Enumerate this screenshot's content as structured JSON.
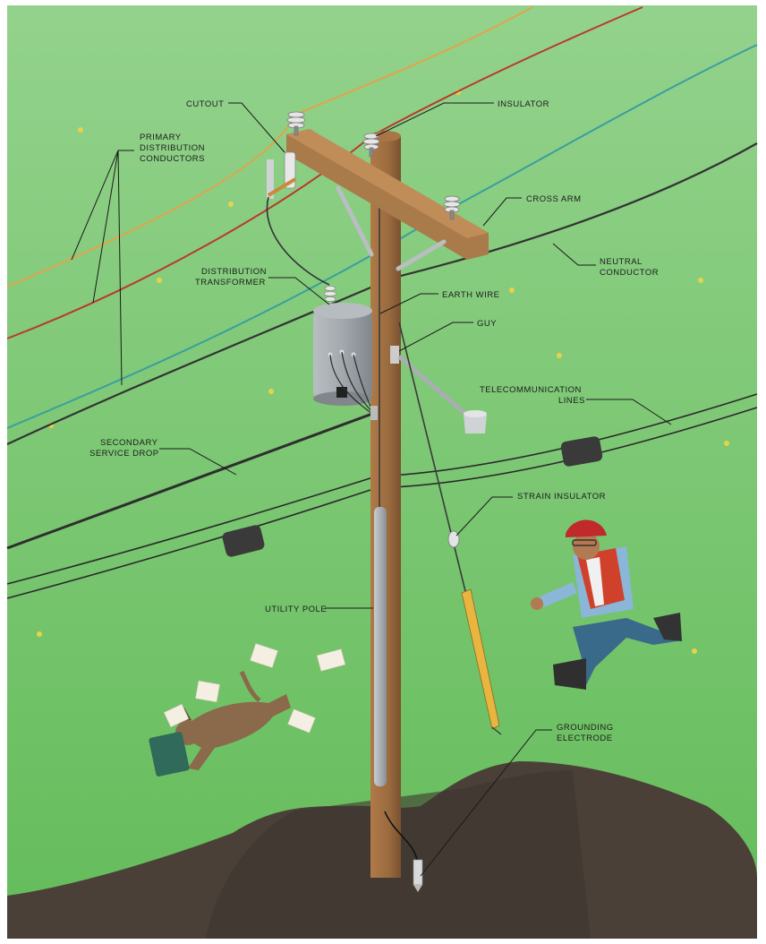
{
  "labels": {
    "cutout": "CUTOUT",
    "primary_1": "PRIMARY",
    "primary_2": "DISTRIBUTION",
    "primary_3": "CONDUCTORS",
    "insulator": "INSULATOR",
    "cross_arm": "CROSS ARM",
    "neutral_1": "NEUTRAL",
    "neutral_2": "CONDUCTOR",
    "transformer_1": "DISTRIBUTION",
    "transformer_2": "TRANSFORMER",
    "earth_wire": "EARTH WIRE",
    "guy": "GUY",
    "telecom_1": "TELECOMMUNICATION",
    "telecom_2": "LINES",
    "secondary_1": "SECONDARY",
    "secondary_2": "SERVICE DROP",
    "strain_insulator": "STRAIN INSULATOR",
    "utility_pole": "UTILITY POLE",
    "grounding_1": "GROUNDING",
    "grounding_2": "ELECTRODE"
  },
  "colors": {
    "sky_top": "#8fd08a",
    "sky_bottom": "#6cc060",
    "pole": "#9a6b3e",
    "primary_orange": "#e0a44c",
    "primary_red": "#b83a2a",
    "primary_teal": "#3a9e9e",
    "neutral": "#3a3a3a",
    "soil": "#4a4038",
    "transformer": "#9aa0a5"
  }
}
